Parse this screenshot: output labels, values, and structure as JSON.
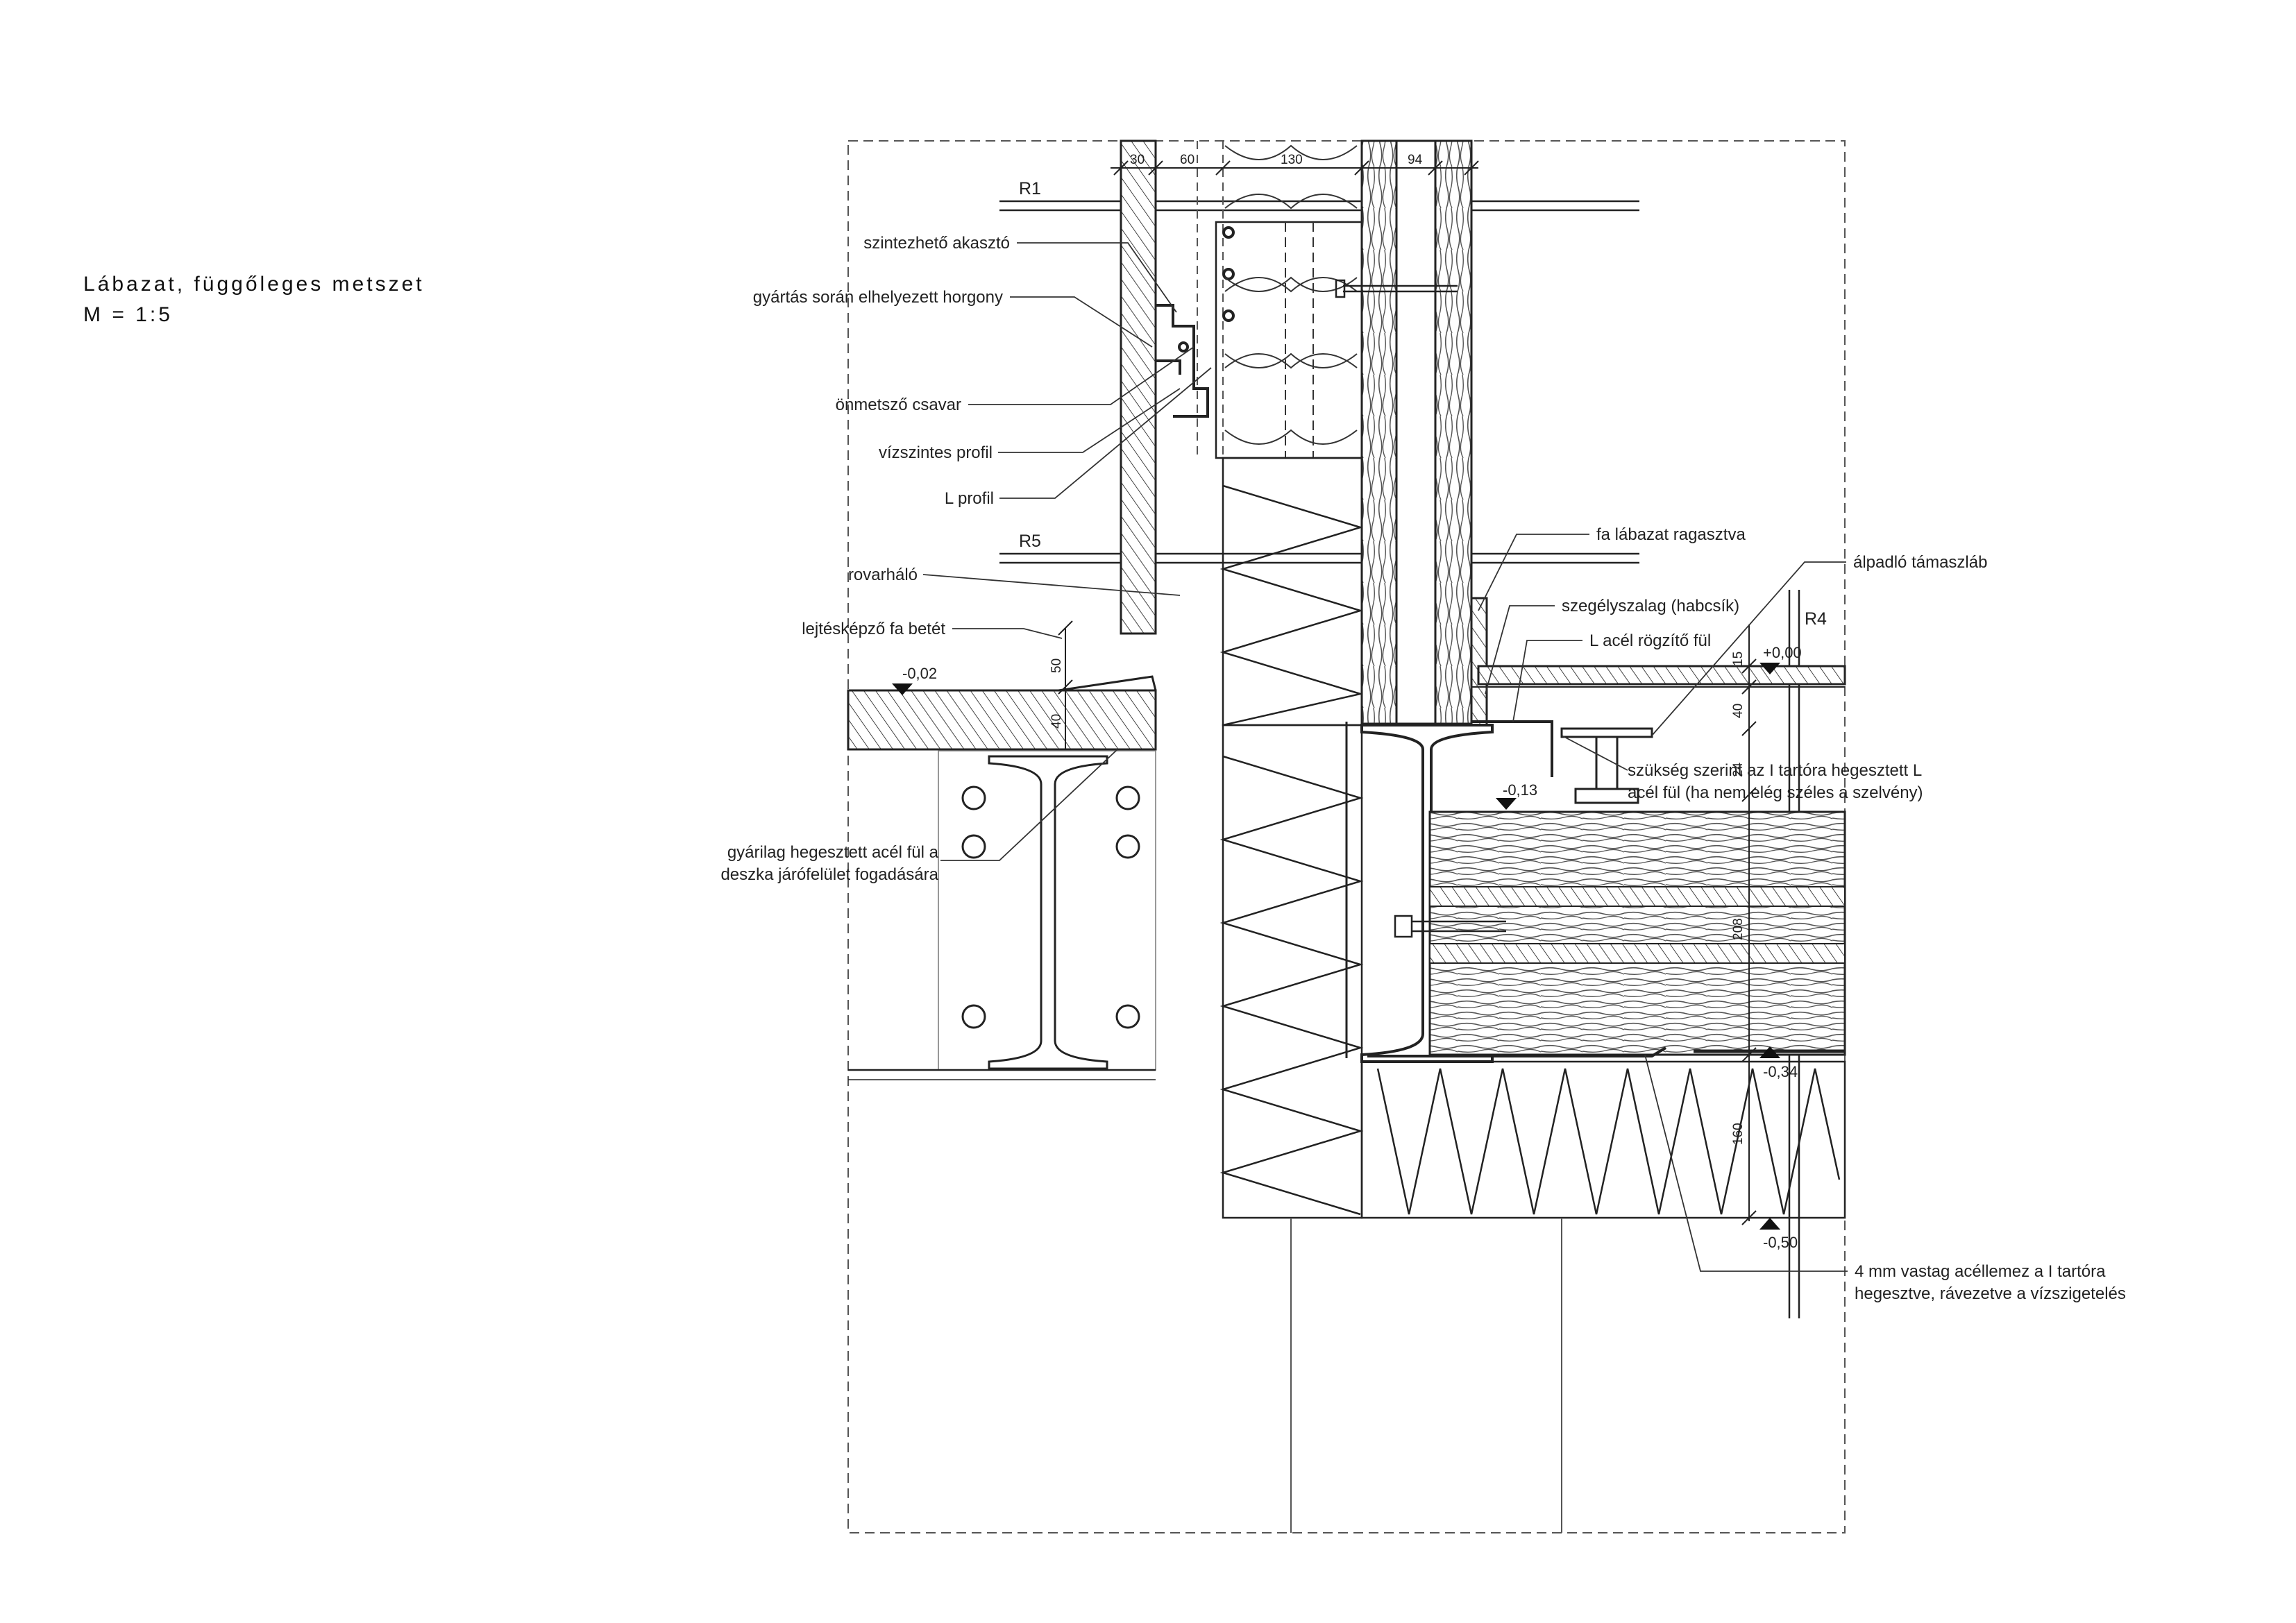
{
  "title": {
    "line1": "Lábazat, függőleges metszet",
    "line2": "M = 1:5"
  },
  "grid_lines": {
    "r1": "R1",
    "r5": "R5",
    "r4": "R4"
  },
  "dimensions": {
    "d30": "30",
    "d60": "60",
    "d130": "130",
    "d94": "94",
    "d50": "50",
    "d40a": "40",
    "d15": "15",
    "d40b": "40",
    "d24": "24",
    "d208": "208",
    "d160": "160"
  },
  "levels": {
    "l000": "+0,00",
    "l002": "-0,02",
    "l013": "-0,13",
    "l034": "-0,34",
    "l050": "-0,50"
  },
  "labels_left": {
    "hanger": "szintezhető akasztó",
    "anchor": "gyártás során elhelyezett horgony",
    "screw": "önmetsző csavar",
    "hprofile": "vízszintes profil",
    "lprofile": "L profil",
    "insect": "rovarháló",
    "slope": "lejtésképző fa betét",
    "steel_lug_1": "gyárilag hegesztett acél fül a",
    "steel_lug_2": "deszka járófelület fogadására"
  },
  "labels_right": {
    "wood_plinth": "fa lábazat ragasztva",
    "floor_support": "álpadló támaszláb",
    "edge_strip": "szegélyszalag (habcsík)",
    "l_lug": "L acél rögzítő fül",
    "need_1": "szükség szerint az I tartóra hegesztett L",
    "need_2": "acél fül (ha nem elég széles a szelvény)",
    "plate_1": "4 mm vastag acéllemez a I tartóra",
    "plate_2": "hegesztve, rávezetve a vízszigetelés"
  },
  "colors": {
    "line": "#222222",
    "hatch": "#333333",
    "dash": "#555555"
  }
}
